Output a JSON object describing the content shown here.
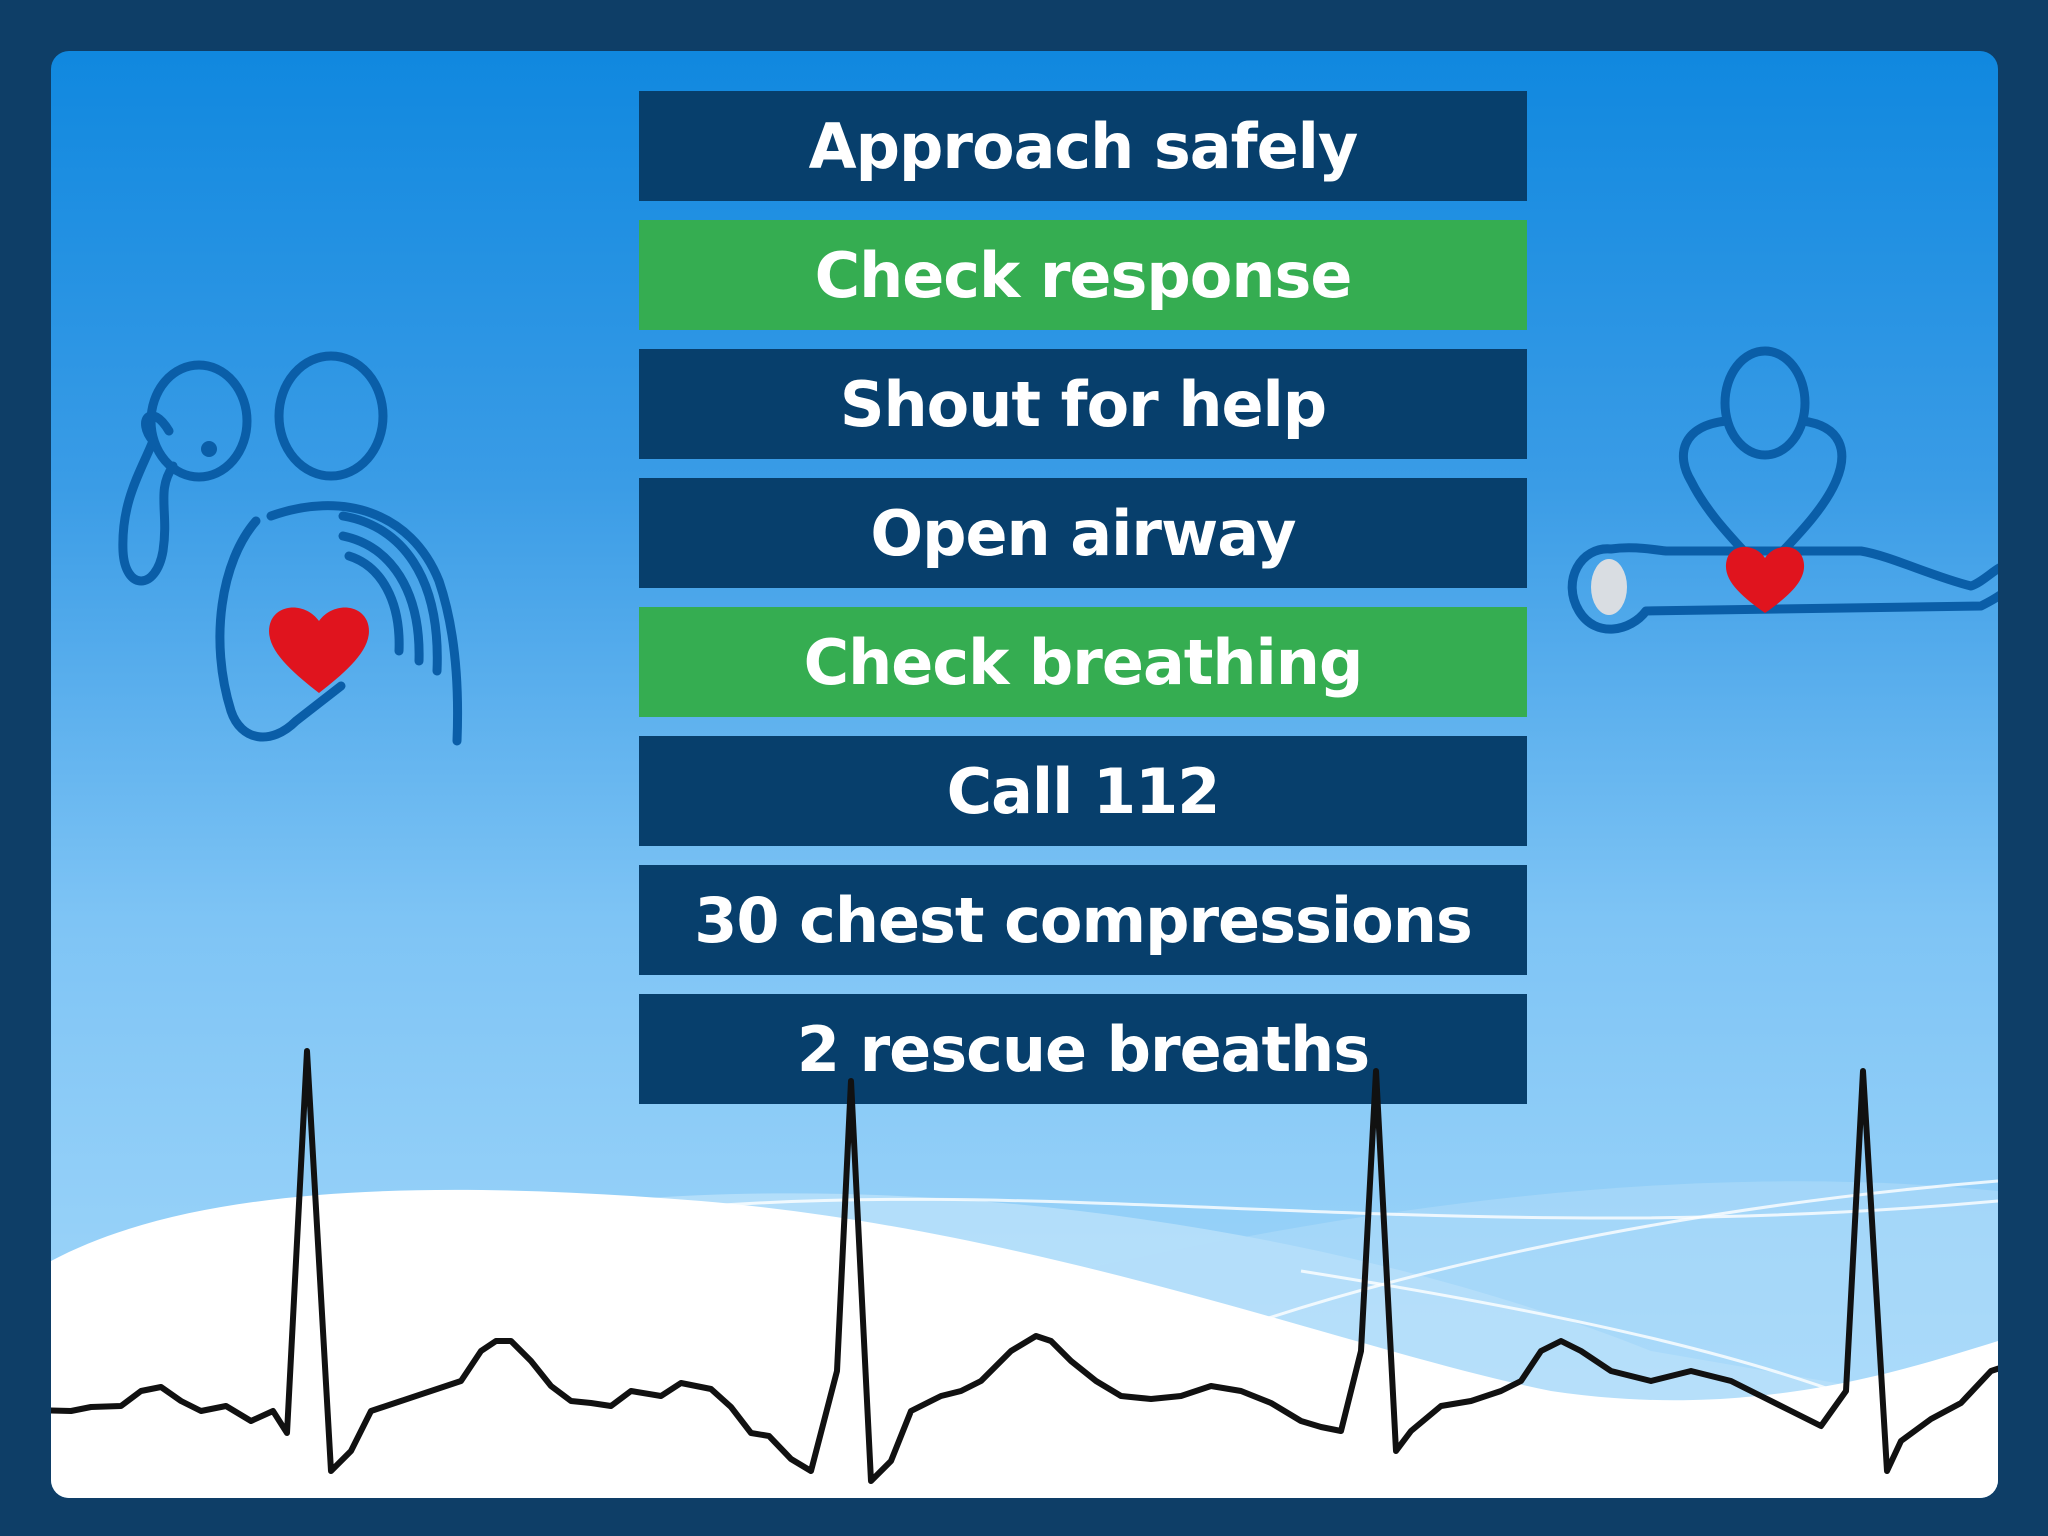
{
  "steps": [
    {
      "label": "Approach safely",
      "variant": "navy"
    },
    {
      "label": "Check response",
      "variant": "green"
    },
    {
      "label": "Shout for help",
      "variant": "navy"
    },
    {
      "label": "Open airway",
      "variant": "navy"
    },
    {
      "label": "Check breathing",
      "variant": "green"
    },
    {
      "label": "Call 112",
      "variant": "navy"
    },
    {
      "label": "30 chest compressions",
      "variant": "navy"
    },
    {
      "label": "2 rescue breaths",
      "variant": "navy"
    }
  ],
  "colors": {
    "navy": "#073f6c",
    "green": "#35ad51",
    "frame": "#0e3e67",
    "heart": "#e0141e",
    "icon_stroke": "#0a5ea8"
  },
  "icons": {
    "left": "listening-heartbeat-icon",
    "right": "cpr-compression-icon"
  }
}
